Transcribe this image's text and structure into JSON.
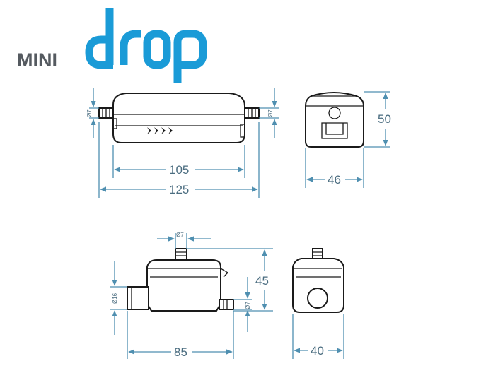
{
  "logo": {
    "prefix": "MINI",
    "wordmark": "drop",
    "brand_color": "#1a9bd7",
    "prefix_color": "#555a60"
  },
  "dimension_color": "#4f8fb0",
  "top_view": {
    "body_length": "105",
    "overall_length": "125",
    "left_tube_dia": "Ø7",
    "right_tube_dia": "Ø7"
  },
  "end_view": {
    "width": "46",
    "height": "50"
  },
  "side_view": {
    "top_tube_dia": "Ø7",
    "inlet_dia": "Ø16",
    "outlet_dia": "Ø7",
    "height": "45",
    "length": "85"
  },
  "front_view": {
    "width": "40"
  }
}
